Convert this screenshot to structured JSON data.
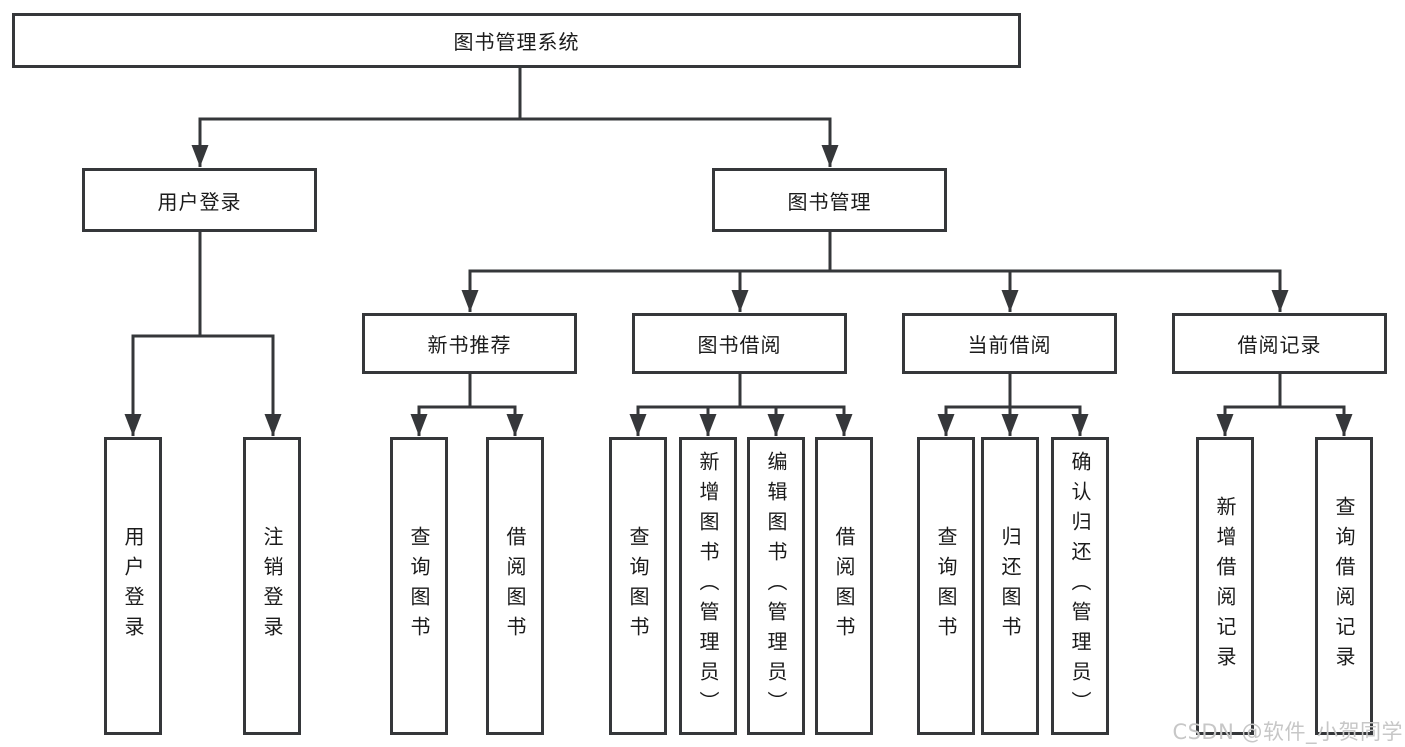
{
  "diagram": {
    "type": "tree",
    "tree": {
      "label": "图书管理系统",
      "children": [
        {
          "label": "用户登录",
          "children": [
            {
              "label": "用户登录"
            },
            {
              "label": "注销登录"
            }
          ]
        },
        {
          "label": "图书管理",
          "children": [
            {
              "label": "新书推荐",
              "children": [
                {
                  "label": "查询图书"
                },
                {
                  "label": "借阅图书"
                }
              ]
            },
            {
              "label": "图书借阅",
              "children": [
                {
                  "label": "查询图书"
                },
                {
                  "label": "新增图书（管理员）"
                },
                {
                  "label": "编辑图书（管理员）"
                },
                {
                  "label": "借阅图书"
                }
              ]
            },
            {
              "label": "当前借阅",
              "children": [
                {
                  "label": "查询图书"
                },
                {
                  "label": "归还图书"
                },
                {
                  "label": "确认归还（管理员）"
                }
              ]
            },
            {
              "label": "借阅记录",
              "children": [
                {
                  "label": "新增借阅记录"
                },
                {
                  "label": "查询借阅记录"
                }
              ]
            }
          ]
        }
      ]
    },
    "colors": {
      "line": "#35373a",
      "box_border": "#35373a",
      "background": "#ffffff",
      "text": "#1b1b1b",
      "watermark": "#c7c7c7"
    }
  },
  "watermark": {
    "text": "CSDN @软件_小贺同学"
  }
}
